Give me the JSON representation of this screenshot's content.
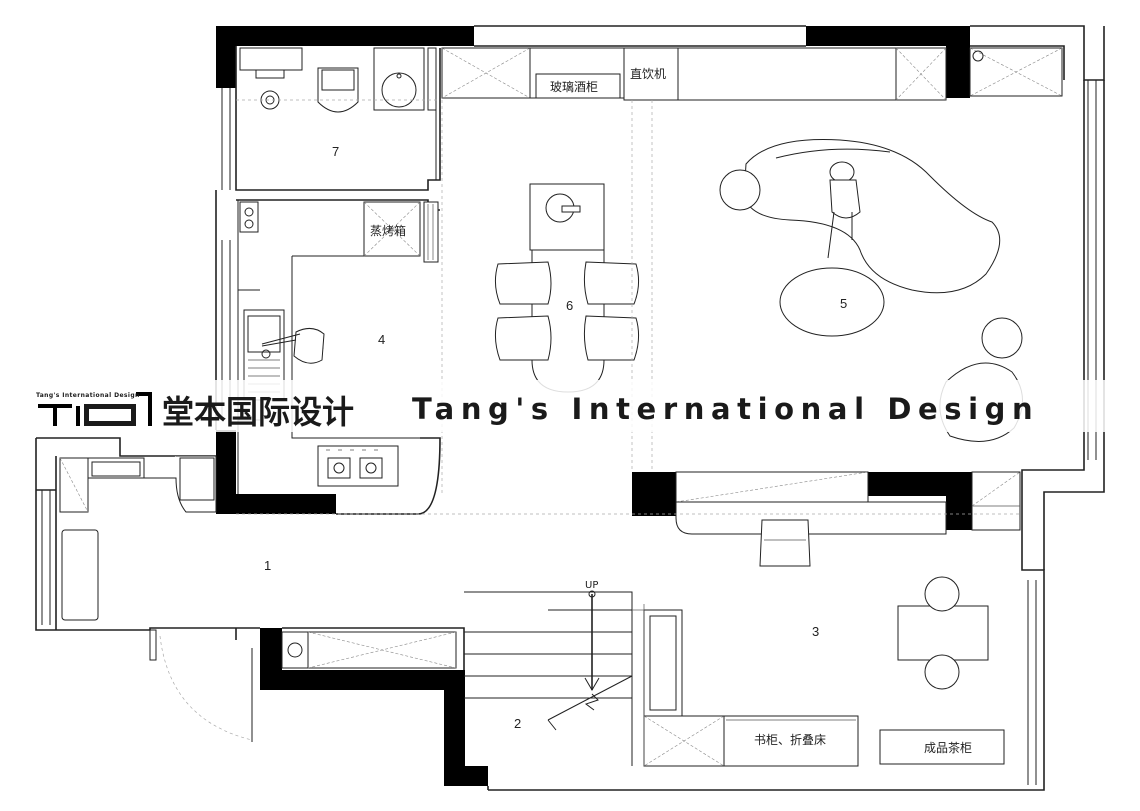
{
  "rooms": {
    "r1": "1",
    "r2": "2",
    "r3": "3",
    "r4": "4",
    "r5": "5",
    "r6": "6",
    "r7": "7"
  },
  "labels": {
    "glass_wine_cabinet": "玻璃酒柜",
    "water_dispenser": "直饮机",
    "steam_oven": "蒸烤箱",
    "bookcase_folding_bed": "书柜、折叠床",
    "tea_cabinet": "成品茶柜",
    "stair_up": "UP"
  },
  "watermark": {
    "logo_text": "TID",
    "small_caption": "Tang's International Design",
    "chinese_name": "堂本国际设计",
    "english_name": "Tang's International Design"
  },
  "colors": {
    "wall": "#000000",
    "line": "#222222",
    "background": "#ffffff"
  }
}
